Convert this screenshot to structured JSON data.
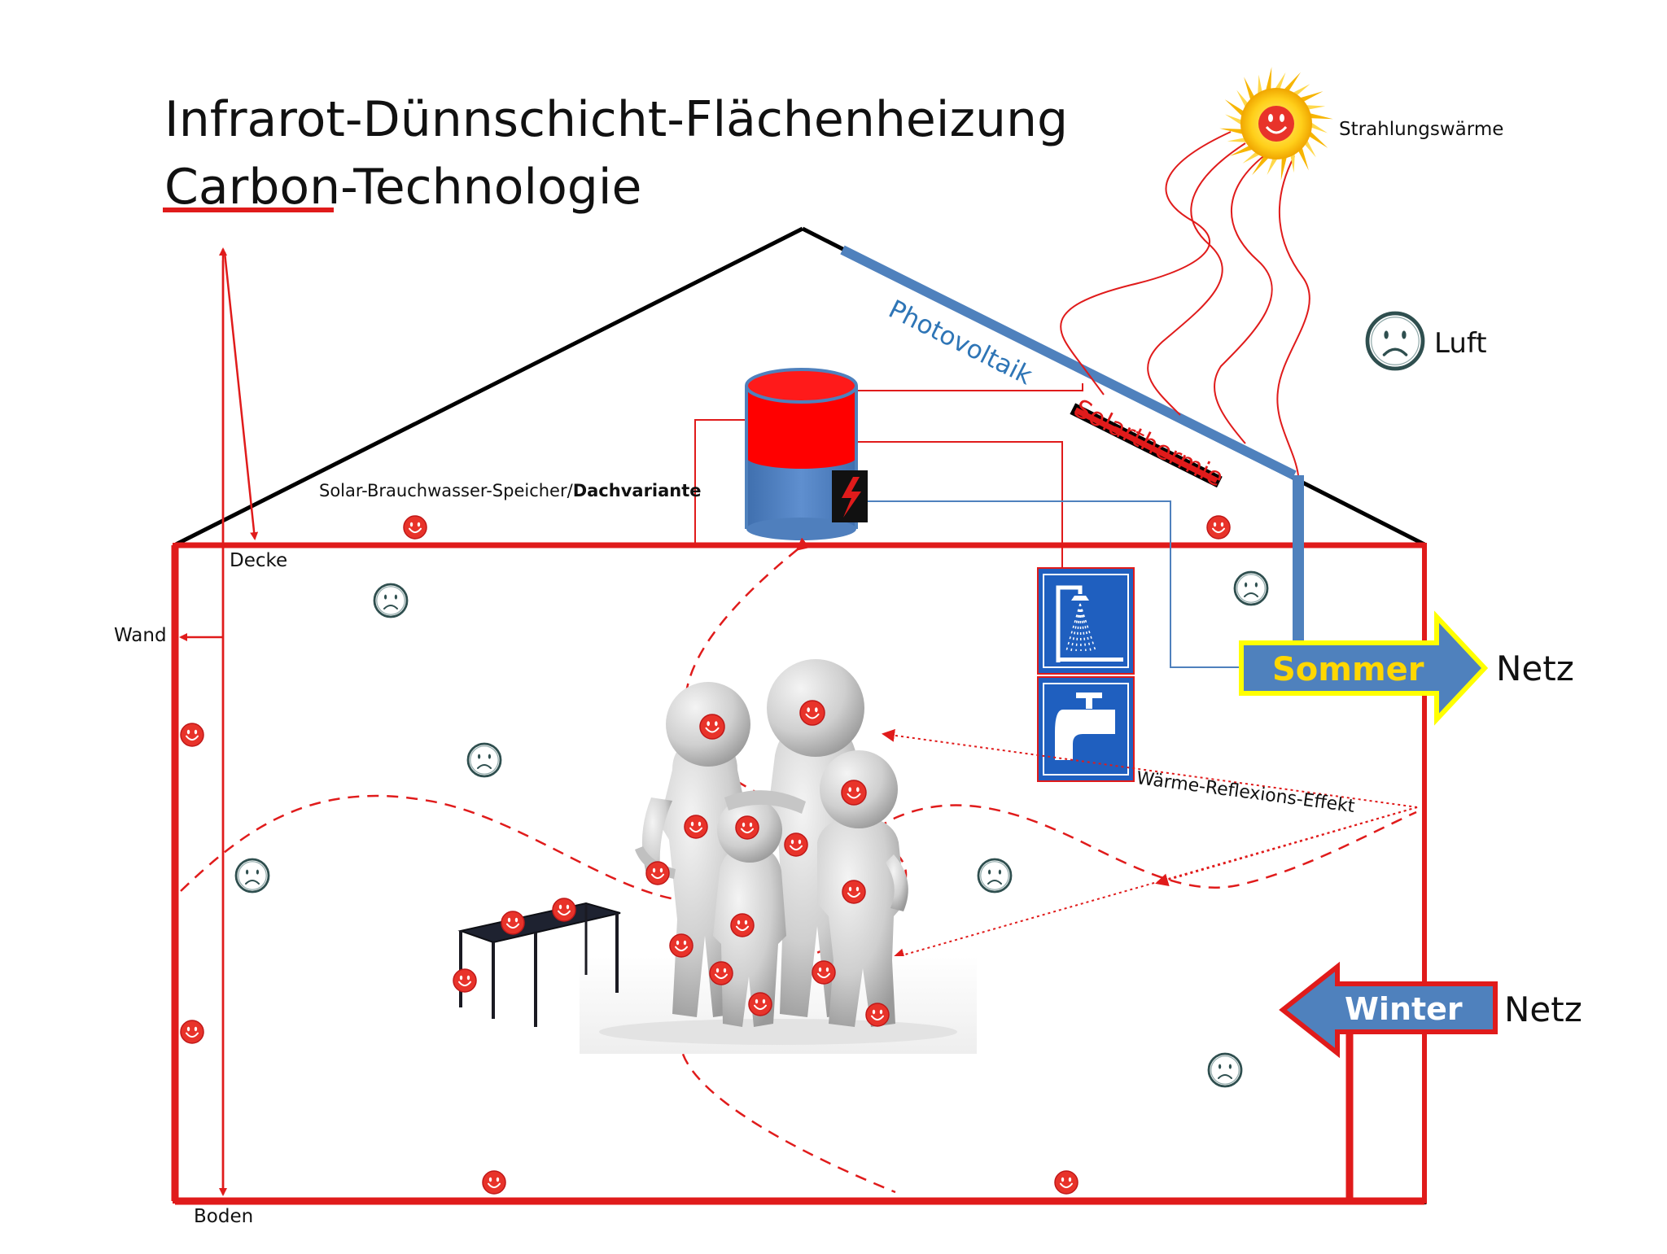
{
  "title": {
    "line1": "Infrarot-Dünnschicht-Flächenheizung",
    "line2_underlined": "Carbon",
    "line2_rest": "-Technologie"
  },
  "labels": {
    "sun": "Strahlungswärme",
    "air": "Luft",
    "photovoltaik": "Photovoltaik",
    "solarthermie": "Solarthermie",
    "storage_regular": "Solar-Brauchwasser-Speicher/",
    "storage_bold": "Dachvariante",
    "ceiling": "Decke",
    "wall": "Wand",
    "floor": "Boden",
    "reflection": "Wärme-Reflexions-Effekt",
    "summer": "Sommer",
    "winter": "Winter",
    "grid_summer": "Netz",
    "grid_winter": "Netz"
  },
  "icons": {
    "happy": "happy-face-icon",
    "sad": "sad-face-icon",
    "sun": "sun-icon",
    "shower": "shower-icon",
    "tap": "water-tap-icon",
    "lightning": "lightning-icon"
  },
  "colors": {
    "heating_red": "#e01b1b",
    "solar_blue": "#4f81bd",
    "pv_text_blue": "#2e75b6",
    "summer_text_yellow": "#ffd700",
    "summer_border_yellow": "#ffff00",
    "sign_blue": "#1f5fbf",
    "outline_black": "#000000"
  }
}
